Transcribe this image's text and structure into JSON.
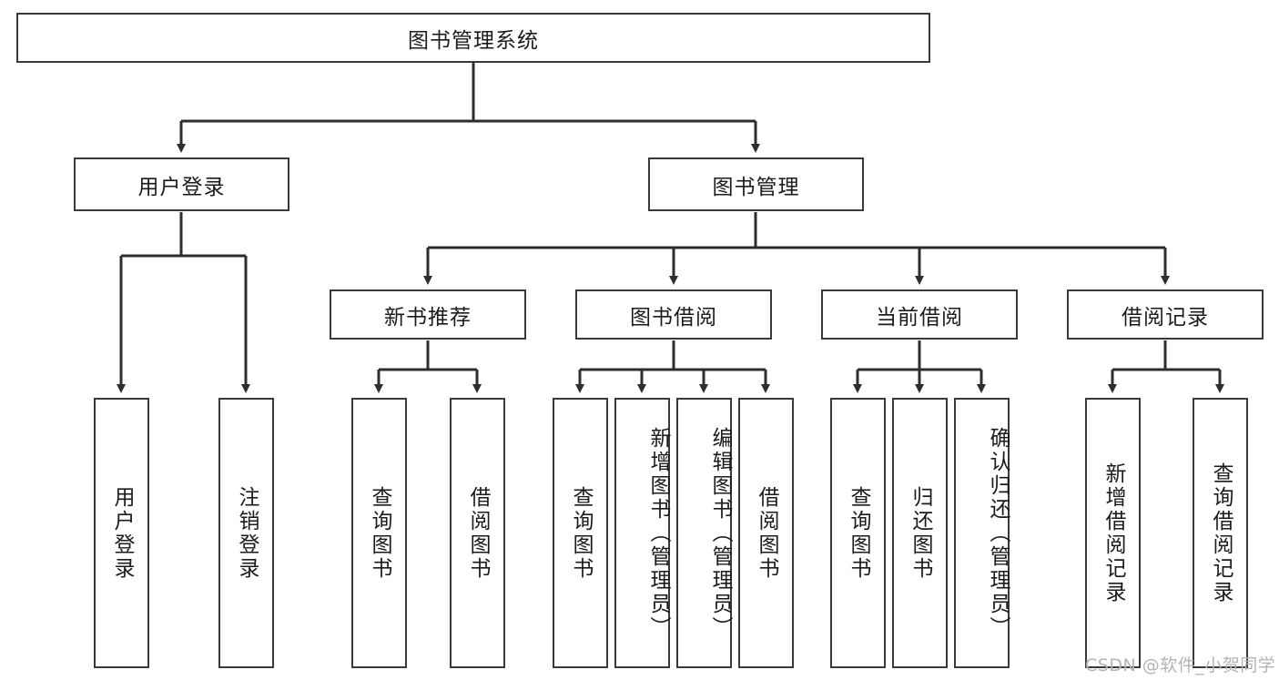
{
  "diagram": {
    "title": "图书管理系统",
    "type": "tree-hierarchy",
    "root": {
      "label": "图书管理系统"
    },
    "level2": [
      {
        "label": "用户登录"
      },
      {
        "label": "图书管理"
      }
    ],
    "level3": [
      {
        "label": "新书推荐"
      },
      {
        "label": "图书借阅"
      },
      {
        "label": "当前借阅"
      },
      {
        "label": "借阅记录"
      }
    ],
    "leaves": {
      "user_login": [
        {
          "label": "用户登录"
        },
        {
          "label": "注销登录"
        }
      ],
      "new_book_recommend": [
        {
          "label": "查询图书"
        },
        {
          "label": "借阅图书"
        }
      ],
      "book_borrow": [
        {
          "label": "查询图书"
        },
        {
          "label": "新增图书（管理员）"
        },
        {
          "label": "编辑图书（管理员）"
        },
        {
          "label": "借阅图书"
        }
      ],
      "current_borrow": [
        {
          "label": "查询图书"
        },
        {
          "label": "归还图书"
        },
        {
          "label": "确认归还（管理员）"
        }
      ],
      "borrow_record": [
        {
          "label": "新增借阅记录"
        },
        {
          "label": "查询借阅记录"
        }
      ]
    }
  },
  "watermark": {
    "text": "CSDN @软件_小贺同学"
  },
  "colors": {
    "border": "#3a3a3a",
    "text": "#1b1b1b",
    "background": "#ffffff",
    "watermark": "#b4b4b4"
  }
}
